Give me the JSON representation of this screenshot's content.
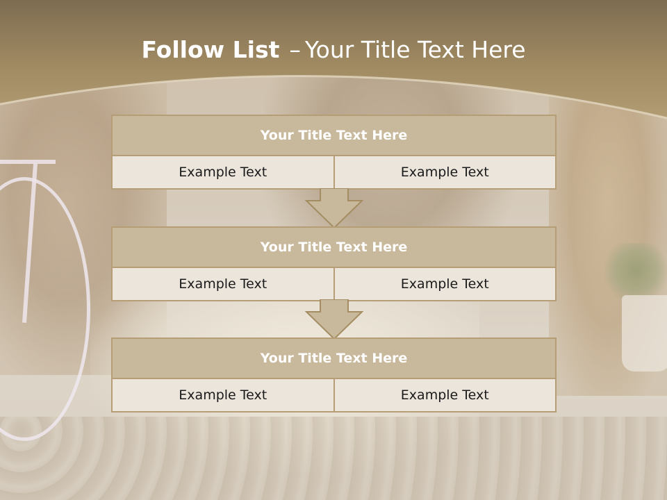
{
  "slide": {
    "title_bold": "Follow List",
    "title_sep": "–",
    "title_rest": "Your Title Text Here"
  },
  "rows": [
    {
      "title": "Your Title Text Here",
      "left": "Example Text",
      "right": "Example Text"
    },
    {
      "title": "Your Title Text Here",
      "left": "Example Text",
      "right": "Example Text"
    },
    {
      "title": "Your Title Text Here",
      "left": "Example Text",
      "right": "Example Text"
    }
  ],
  "colors": {
    "header_band": "#a48d63",
    "box_title_fill": "#c9b99c",
    "box_border": "#b59d76",
    "cell_fill": "#ebe5dc",
    "arrow_fill": "#c9b99c"
  },
  "icons": [
    "down-arrow-icon",
    "down-arrow-icon"
  ]
}
